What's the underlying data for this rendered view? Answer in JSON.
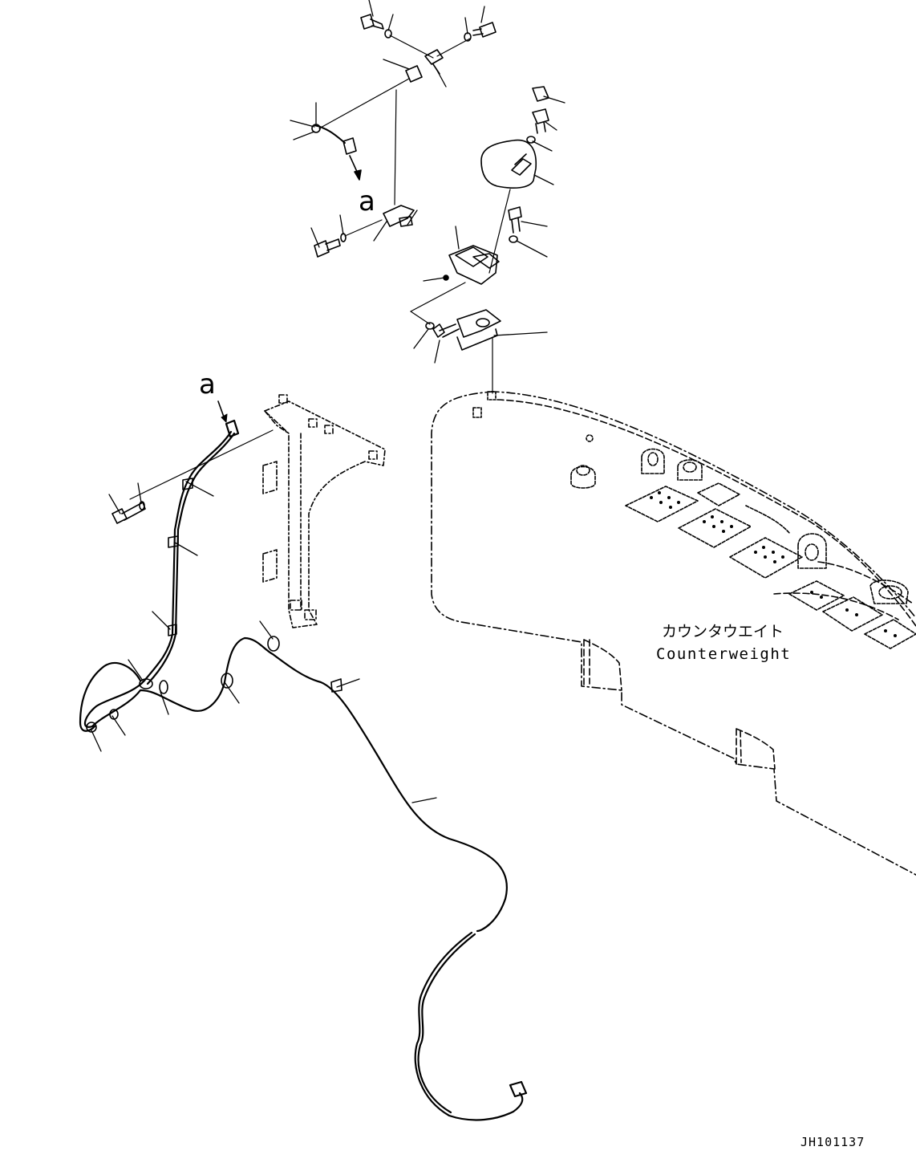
{
  "labels": {
    "ref_a_top": "a",
    "ref_a_left": "a",
    "counterweight_jp": "カウンタウエイト",
    "counterweight_en": "Counterweight",
    "drawing_number": "JH101137"
  }
}
